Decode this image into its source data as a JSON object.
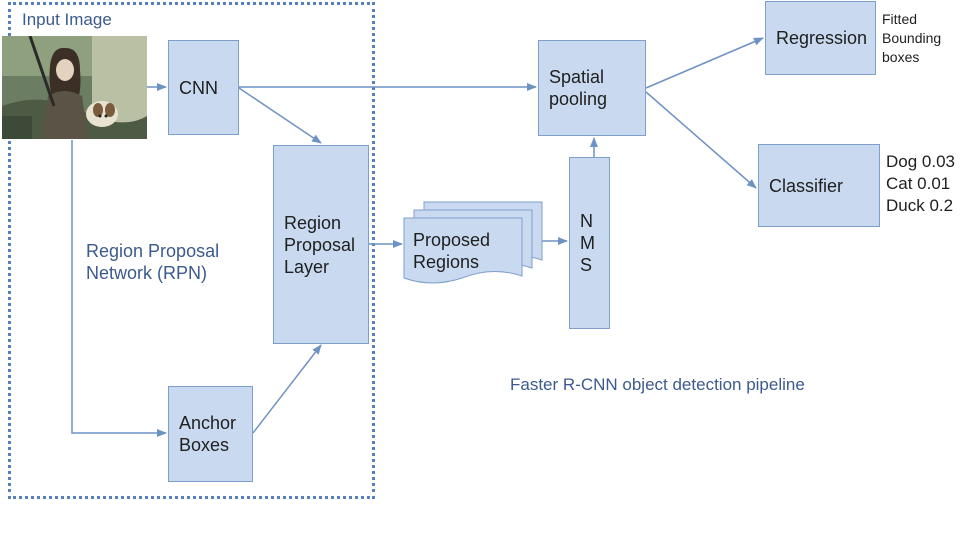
{
  "rpn_region": {
    "title": "Input Image"
  },
  "input_image": {
    "description_icon": "photo-girl-with-dog"
  },
  "nodes": {
    "cnn": "CNN",
    "region_proposal_layer": [
      "Region",
      "Proposal",
      "Layer"
    ],
    "anchor_boxes": [
      "Anchor",
      "Boxes"
    ],
    "proposed_regions": [
      "Proposed",
      "Regions"
    ],
    "nms": [
      "N",
      "M",
      "S"
    ],
    "spatial_pooling": [
      "Spatial",
      "pooling"
    ],
    "regression": "Regression",
    "classifier": "Classifier"
  },
  "labels": {
    "rpn_name": [
      "Region Proposal",
      "Network (RPN)"
    ],
    "fitted_boxes": [
      "Fitted",
      "Bounding",
      "boxes"
    ],
    "classes": [
      "Dog 0.03",
      "Cat 0.01",
      "Duck 0.2"
    ],
    "caption": "Faster R-CNN object detection pipeline"
  },
  "colors": {
    "box_fill": "#c9daf0",
    "box_border": "#7f9fcb",
    "arrow": "#6f92c4",
    "dotted_border": "#5a7fbe",
    "caption_text": "#3c5a8e"
  }
}
